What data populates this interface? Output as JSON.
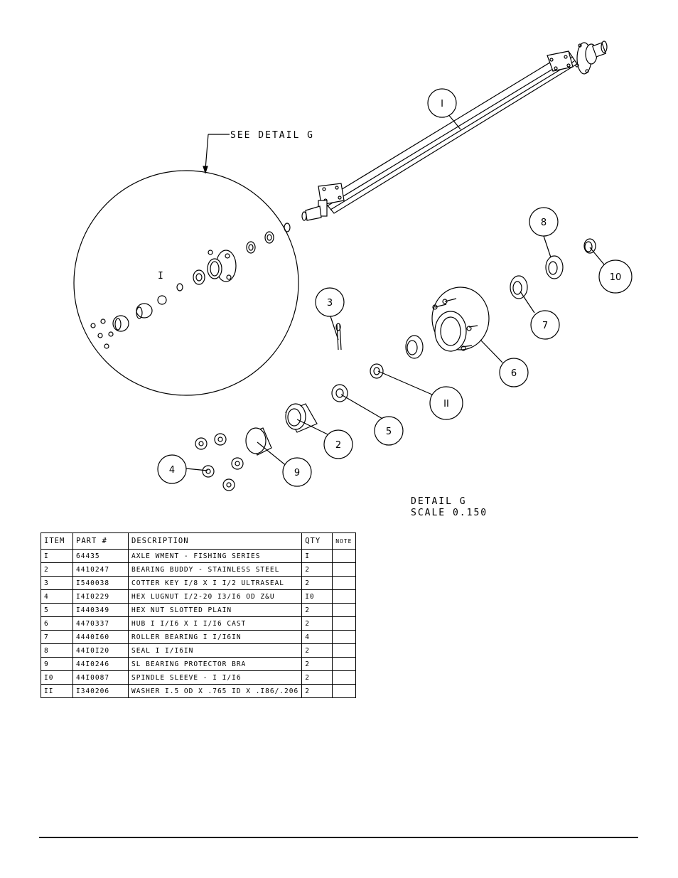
{
  "callout": "SEE DETAIL  G",
  "circle_label": "I",
  "detail": {
    "title": "DETAIL  G",
    "scale": "SCALE  0.150"
  },
  "balloons": [
    "I",
    "2",
    "3",
    "4",
    "5",
    "6",
    "7",
    "8",
    "9",
    "10",
    "II"
  ],
  "bom": {
    "headers": {
      "item": "ITEM",
      "part": "PART #",
      "desc": "DESCRIPTION",
      "qty": "QTY",
      "note": "NOTE"
    },
    "rows": [
      {
        "item": "I",
        "part": "64435",
        "desc": "AXLE WMENT - FISHING SERIES",
        "qty": "I",
        "note": ""
      },
      {
        "item": "2",
        "part": "4410247",
        "desc": "BEARING BUDDY - STAINLESS STEEL",
        "qty": "2",
        "note": ""
      },
      {
        "item": "3",
        "part": "I540038",
        "desc": "COTTER KEY I/8 X I I/2 ULTRASEAL",
        "qty": "2",
        "note": ""
      },
      {
        "item": "4",
        "part": "I4I0229",
        "desc": "HEX LUGNUT I/2-20 I3/I6 OD Z&U",
        "qty": "I0",
        "note": ""
      },
      {
        "item": "5",
        "part": "I440349",
        "desc": "HEX NUT SLOTTED PLAIN",
        "qty": "2",
        "note": ""
      },
      {
        "item": "6",
        "part": "4470337",
        "desc": "HUB  I I/I6 X I I/I6 CAST",
        "qty": "2",
        "note": ""
      },
      {
        "item": "7",
        "part": "4440I60",
        "desc": "ROLLER BEARING  I I/I6IN",
        "qty": "4",
        "note": ""
      },
      {
        "item": "8",
        "part": "44I0I20",
        "desc": "SEAL  I I/I6IN",
        "qty": "2",
        "note": ""
      },
      {
        "item": "9",
        "part": "44I0246",
        "desc": "SL BEARING PROTECTOR BRA",
        "qty": "2",
        "note": ""
      },
      {
        "item": "I0",
        "part": "44I0087",
        "desc": "SPINDLE SLEEVE - I I/I6",
        "qty": "2",
        "note": ""
      },
      {
        "item": "II",
        "part": "I340206",
        "desc": "WASHER I.5 OD X .765 ID X .I86/.206",
        "qty": "2",
        "note": ""
      }
    ]
  }
}
